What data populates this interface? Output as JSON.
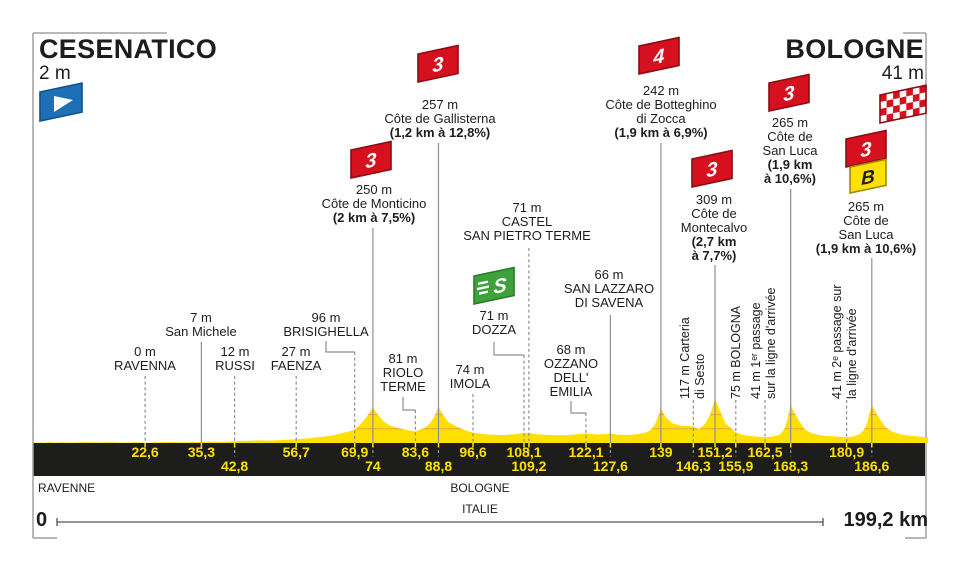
{
  "stage": {
    "start": {
      "name": "CESENATICO",
      "elevation": "2 m"
    },
    "finish": {
      "name": "BOLOGNE",
      "elevation": "41 m"
    },
    "total_distance": "199,2 km",
    "scale_start": "0",
    "regions": {
      "left": "RAVENNE",
      "center": "BOLOGNE",
      "country": "ITALIE"
    }
  },
  "colors": {
    "profile_yellow": "#ffe001",
    "contour_orange": "#f0a33e",
    "flag_red": "#d6101f",
    "flag_red_border": "#8c0d12",
    "flag_green": "#3ea13b",
    "flag_blue": "#1d70b7",
    "flag_bonus_yellow": "#ffe001",
    "bar_black": "#1d1d1b",
    "marker_line_gray": "#8f8f8f"
  },
  "chart_data": {
    "type": "area",
    "title": "Profil de l'étape Cesenatico - Bologne",
    "x_unit": "km",
    "y_unit": "m",
    "x_range": [
      0,
      199.2
    ],
    "contour_lines_m": [
      100,
      200,
      300
    ],
    "profile_km_m": [
      [
        0,
        3
      ],
      [
        1,
        8
      ],
      [
        2,
        3
      ],
      [
        4,
        5
      ],
      [
        6,
        3
      ],
      [
        9,
        7
      ],
      [
        12,
        4
      ],
      [
        15,
        6
      ],
      [
        18,
        3
      ],
      [
        20.5,
        6
      ],
      [
        22.6,
        1
      ],
      [
        25,
        5
      ],
      [
        28,
        7
      ],
      [
        31,
        5
      ],
      [
        33,
        6
      ],
      [
        35.3,
        7
      ],
      [
        38,
        10
      ],
      [
        40.5,
        9
      ],
      [
        42.8,
        12
      ],
      [
        45,
        14
      ],
      [
        48,
        18
      ],
      [
        51,
        17
      ],
      [
        54,
        22
      ],
      [
        56.7,
        27
      ],
      [
        59,
        32
      ],
      [
        61,
        38
      ],
      [
        63,
        45
      ],
      [
        65,
        54
      ],
      [
        67,
        70
      ],
      [
        68.5,
        80
      ],
      [
        69.9,
        96
      ],
      [
        71,
        125
      ],
      [
        72.5,
        180
      ],
      [
        74,
        250
      ],
      [
        75.2,
        195
      ],
      [
        76.5,
        150
      ],
      [
        78,
        122
      ],
      [
        80,
        104
      ],
      [
        81.5,
        92
      ],
      [
        83.6,
        81
      ],
      [
        85.5,
        105
      ],
      [
        86.8,
        135
      ],
      [
        87.8,
        180
      ],
      [
        88.8,
        257
      ],
      [
        89.8,
        200
      ],
      [
        91,
        150
      ],
      [
        93,
        115
      ],
      [
        95,
        88
      ],
      [
        96.6,
        74
      ],
      [
        98.5,
        64
      ],
      [
        101,
        58
      ],
      [
        104,
        56
      ],
      [
        106,
        62
      ],
      [
        108.1,
        71
      ],
      [
        109.2,
        71
      ],
      [
        111,
        62
      ],
      [
        114,
        56
      ],
      [
        117,
        54
      ],
      [
        119.5,
        60
      ],
      [
        122.1,
        68
      ],
      [
        124.5,
        60
      ],
      [
        126,
        63
      ],
      [
        127.6,
        66
      ],
      [
        129.5,
        58
      ],
      [
        131.5,
        56
      ],
      [
        133.5,
        62
      ],
      [
        135.5,
        72
      ],
      [
        136.8,
        95
      ],
      [
        137.8,
        140
      ],
      [
        139,
        242
      ],
      [
        140,
        185
      ],
      [
        141.5,
        140
      ],
      [
        143.5,
        122
      ],
      [
        146.3,
        117
      ],
      [
        147.6,
        98
      ],
      [
        149,
        135
      ],
      [
        150.1,
        200
      ],
      [
        151.2,
        309
      ],
      [
        152.3,
        230
      ],
      [
        153.5,
        140
      ],
      [
        155.9,
        75
      ],
      [
        157.5,
        58
      ],
      [
        159.5,
        48
      ],
      [
        161,
        44
      ],
      [
        162.5,
        41
      ],
      [
        164,
        45
      ],
      [
        165.8,
        58
      ],
      [
        166.8,
        95
      ],
      [
        167.5,
        160
      ],
      [
        168.3,
        265
      ],
      [
        169.2,
        210
      ],
      [
        170.3,
        150
      ],
      [
        171.5,
        95
      ],
      [
        173,
        68
      ],
      [
        175,
        55
      ],
      [
        177.5,
        47
      ],
      [
        179.5,
        43
      ],
      [
        180.9,
        41
      ],
      [
        182.3,
        46
      ],
      [
        183.8,
        62
      ],
      [
        184.8,
        90
      ],
      [
        185.6,
        150
      ],
      [
        186.6,
        265
      ],
      [
        187.5,
        215
      ],
      [
        188.6,
        160
      ],
      [
        189.8,
        110
      ],
      [
        191.2,
        80
      ],
      [
        193,
        62
      ],
      [
        195,
        52
      ],
      [
        197,
        46
      ],
      [
        199.2,
        41
      ]
    ],
    "markers": [
      {
        "km": 22.6,
        "km_label": "22,6",
        "km_row": "upper",
        "line_style": "dashed",
        "rotated": false,
        "type": "town",
        "elevation": "0 m",
        "name_lines": [
          "RAVENNA"
        ],
        "stats_lines": [],
        "flags": []
      },
      {
        "km": 35.3,
        "km_label": "35,3",
        "km_row": "upper",
        "line_style": "solid",
        "rotated": false,
        "type": "town",
        "elevation": "7 m",
        "name_lines": [
          "San Michele"
        ],
        "stats_lines": [],
        "flags": []
      },
      {
        "km": 42.8,
        "km_label": "42,8",
        "km_row": "lower",
        "line_style": "dashed",
        "rotated": false,
        "type": "town",
        "elevation": "12 m",
        "name_lines": [
          "RUSSI"
        ],
        "stats_lines": [],
        "flags": []
      },
      {
        "km": 56.7,
        "km_label": "56,7",
        "km_row": "upper",
        "line_style": "dashed",
        "rotated": false,
        "type": "town",
        "elevation": "27 m",
        "name_lines": [
          "FAENZA"
        ],
        "stats_lines": [],
        "flags": []
      },
      {
        "km": 69.9,
        "km_label": "69,9",
        "km_row": "upper",
        "line_style": "dashed",
        "rotated": false,
        "type": "town",
        "elevation": "96 m",
        "name_lines": [
          "BRISIGHELLA"
        ],
        "stats_lines": [],
        "flags": []
      },
      {
        "km": 74,
        "km_label": "74",
        "km_row": "lower",
        "line_style": "solid",
        "rotated": false,
        "type": "climb-cat-3",
        "elevation": "250 m",
        "name_lines": [
          "Côte de Monticino"
        ],
        "stats_lines": [
          "(2 km à 7,5%)"
        ],
        "flags": [
          "cat-3"
        ]
      },
      {
        "km": 83.6,
        "km_label": "83,6",
        "km_row": "upper",
        "line_style": "dashed",
        "rotated": false,
        "type": "town",
        "elevation": "81 m",
        "name_lines": [
          "RIOLO",
          "TERME"
        ],
        "stats_lines": [],
        "flags": []
      },
      {
        "km": 88.8,
        "km_label": "88,8",
        "km_row": "lower",
        "line_style": "solid",
        "rotated": false,
        "type": "climb-cat-3",
        "elevation": "257 m",
        "name_lines": [
          "Côte de Gallisterna"
        ],
        "stats_lines": [
          "(1,2 km à 12,8%)"
        ],
        "flags": [
          "cat-3"
        ]
      },
      {
        "km": 96.6,
        "km_label": "96,6",
        "km_row": "upper",
        "line_style": "dashed",
        "rotated": false,
        "type": "town",
        "elevation": "74 m",
        "name_lines": [
          "IMOLA"
        ],
        "stats_lines": [],
        "flags": []
      },
      {
        "km": 108.1,
        "km_label": "108,1",
        "km_row": "upper",
        "line_style": "dashed",
        "rotated": false,
        "type": "sprint",
        "elevation": "71 m",
        "name_lines": [
          "DOZZA"
        ],
        "stats_lines": [],
        "flags": [
          "sprint"
        ]
      },
      {
        "km": 109.2,
        "km_label": "109,2",
        "km_row": "lower",
        "line_style": "dashed",
        "rotated": false,
        "type": "town",
        "elevation": "71 m",
        "name_lines": [
          "CASTEL",
          "SAN PIETRO TERME"
        ],
        "stats_lines": [],
        "flags": []
      },
      {
        "km": 122.1,
        "km_label": "122,1",
        "km_row": "upper",
        "line_style": "dashed",
        "rotated": false,
        "type": "town",
        "elevation": "68 m",
        "name_lines": [
          "OZZANO",
          "DELL'",
          "EMILIA"
        ],
        "stats_lines": [],
        "flags": []
      },
      {
        "km": 127.6,
        "km_label": "127,6",
        "km_row": "lower",
        "line_style": "solid",
        "rotated": false,
        "type": "town",
        "elevation": "66 m",
        "name_lines": [
          "SAN LAZZARO",
          "DI SAVENA"
        ],
        "stats_lines": [],
        "flags": []
      },
      {
        "km": 139,
        "km_label": "139",
        "km_row": "upper",
        "line_style": "solid",
        "rotated": false,
        "type": "climb-cat-4",
        "elevation": "242 m",
        "name_lines": [
          "Côte de Botteghino",
          "di Zocca"
        ],
        "stats_lines": [
          "(1,9 km à 6,9%)"
        ],
        "flags": [
          "cat-4"
        ]
      },
      {
        "km": 146.3,
        "km_label": "146,3",
        "km_row": "lower",
        "line_style": "dashed",
        "rotated": true,
        "type": "town",
        "elevation": "117 m",
        "name_lines": [
          "117 m Carteria",
          "di Sesto"
        ],
        "stats_lines": [],
        "flags": []
      },
      {
        "km": 151.2,
        "km_label": "151,2",
        "km_row": "upper",
        "line_style": "solid",
        "rotated": false,
        "type": "climb-cat-3",
        "elevation": "309 m",
        "name_lines": [
          "Côte de",
          "Montecalvo"
        ],
        "stats_lines": [
          "(2,7 km",
          "à 7,7%)"
        ],
        "flags": [
          "cat-3"
        ]
      },
      {
        "km": 155.9,
        "km_label": "155,9",
        "km_row": "lower",
        "line_style": "dashed",
        "rotated": true,
        "type": "town",
        "elevation": "75 m",
        "name_lines": [
          "75 m BOLOGNA"
        ],
        "stats_lines": [],
        "flags": []
      },
      {
        "km": 162.5,
        "km_label": "162,5",
        "km_row": "upper",
        "line_style": "dashed",
        "rotated": true,
        "type": "finish-passage",
        "elevation": "41 m",
        "name_lines": [
          "41 m 1ᵉʳ passage",
          "sur la ligne d'arrivée"
        ],
        "stats_lines": [],
        "flags": []
      },
      {
        "km": 168.3,
        "km_label": "168,3",
        "km_row": "lower",
        "line_style": "solid",
        "rotated": false,
        "type": "climb-cat-3",
        "elevation": "265 m",
        "name_lines": [
          "Côte de",
          "San Luca"
        ],
        "stats_lines": [
          "(1,9 km",
          "à 10,6%)"
        ],
        "flags": [
          "cat-3"
        ]
      },
      {
        "km": 180.9,
        "km_label": "180,9",
        "km_row": "upper",
        "line_style": "dashed",
        "rotated": true,
        "type": "finish-passage",
        "elevation": "41 m",
        "name_lines": [
          "41 m 2ᵉ passage sur",
          "la ligne d'arrivée"
        ],
        "stats_lines": [],
        "flags": []
      },
      {
        "km": 186.6,
        "km_label": "186,6",
        "km_row": "lower",
        "line_style": "solid",
        "rotated": false,
        "type": "climb-cat-3-bonus-finish",
        "elevation": "265 m",
        "name_lines": [
          "Côte de",
          "San Luca"
        ],
        "stats_lines": [
          "(1,9 km à 10,6%)"
        ],
        "flags": [
          "finish-checkered",
          "cat-3",
          "bonus"
        ]
      }
    ]
  }
}
